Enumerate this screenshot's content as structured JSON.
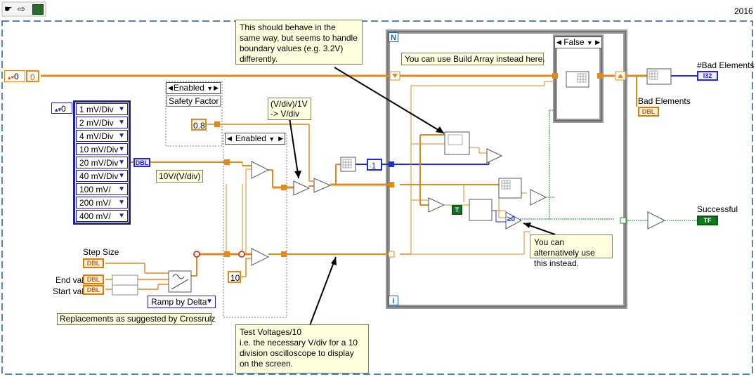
{
  "toolbar": {
    "year_label": "2016"
  },
  "colors": {
    "orange_wire": "#e08a1e",
    "blue_wire": "#1c2fd6",
    "green_wire": "#1a8f2a",
    "frame": "#1a5fa8"
  },
  "controls": {
    "index_value": "0",
    "index_right": "0",
    "array_index": "0",
    "volt_options": [
      "1 mV/Div",
      "2 mV/Div",
      "4 mV/Div",
      "10 mV/Div",
      "20 mV/Div",
      "40 mV/Div",
      "100 mV/",
      "200 mV/",
      "400 mV/"
    ],
    "dbl_tag": "DBL",
    "label_10v": "10V/(V/div)",
    "safety_selector": "Enabled",
    "safety_label": "Safety Factor",
    "safety_value": "0.8",
    "enabled_selector": "Enabled",
    "divide_note": "(V/div)/1V\n-> V/div",
    "const_10": "10",
    "const_1": "1",
    "step_size_label": "Step Size",
    "end_val_label": "End val",
    "start_val_label": "Start val",
    "ramp_ring": "Ramp by Delta",
    "replacements_note": "Replacements as suggested by Crossrulz",
    "test_voltages_note": "Test Voltages/10\ni.e. the necessary V/div for a 10 division oscilloscope to display on the screen.",
    "behave_note": "This should behave in the same way, but seems to handle boundary values (e.g. 3.2V) differently.",
    "build_array_note": "You can use Build Array instead here.",
    "alternative_note": "You can alternatively use this instead.",
    "for_loop_n": "N",
    "for_loop_i": "i",
    "case_selector": "False",
    "bad_elements_count_label": "#Bad Elements",
    "bad_elements_count_tag": "I32",
    "bad_elements_label": "Bad Elements",
    "bad_elements_tag": "DBL",
    "successful_label": "Successful",
    "successful_tag": "TF",
    "bool_const": "T",
    "ge0_label": "≥0"
  }
}
